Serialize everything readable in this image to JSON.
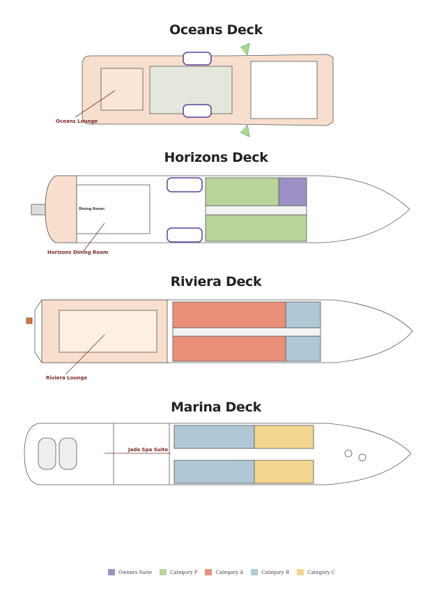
{
  "decks": [
    {
      "title": "Oceans Deck",
      "labels": [
        "Oceans Lounge"
      ]
    },
    {
      "title": "Horizons Deck",
      "labels": [
        "Horizons Dining Room",
        "Dining Room:"
      ]
    },
    {
      "title": "Riviera Deck",
      "labels": [
        "Riviera Lounge"
      ]
    },
    {
      "title": "Marina Deck",
      "labels": [
        "Jade Spa Suite"
      ]
    }
  ],
  "legend": [
    {
      "label": "Owners Suite",
      "color": "#9d90c6"
    },
    {
      "label": "Category P",
      "color": "#b8d59c"
    },
    {
      "label": "Category A",
      "color": "#eb8f79"
    },
    {
      "label": "Category B",
      "color": "#afc8d6"
    },
    {
      "label": "Category C",
      "color": "#f4d690"
    }
  ]
}
